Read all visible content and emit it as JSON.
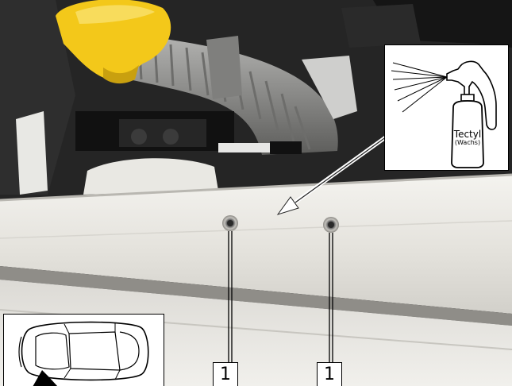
{
  "callouts": {
    "marker_1a": "1",
    "marker_1b": "1"
  },
  "spray_inset": {
    "product_name": "Tectyl",
    "product_subtitle": "(Wachs)"
  },
  "colors": {
    "panel_white": "#e9e7e1",
    "cap_yellow": "#f3c81a",
    "hose_gray": "#8d8d8b",
    "engine_dark": "#1d1d1d"
  }
}
